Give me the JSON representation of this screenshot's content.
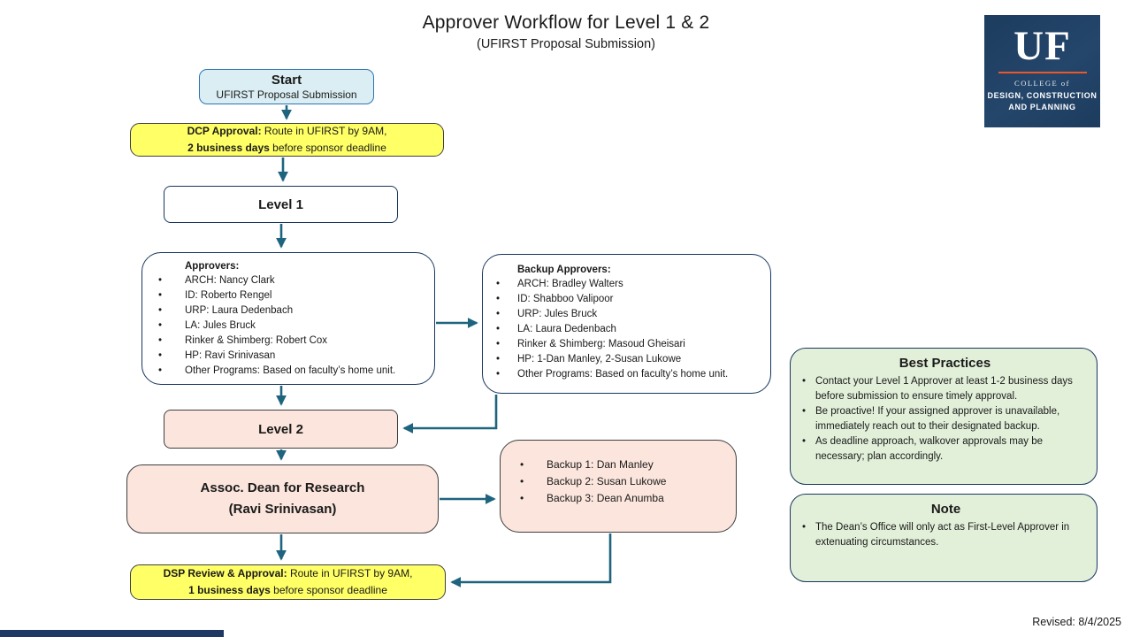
{
  "header": {
    "title": "Approver Workflow for Level 1 & 2",
    "subtitle": "(UFIRST Proposal Submission)"
  },
  "logo": {
    "uf": "UF",
    "college_of": "COLLEGE of",
    "line2": "DESIGN, CONSTRUCTION",
    "line3": "AND PLANNING"
  },
  "start": {
    "title": "Start",
    "subtitle": "UFIRST Proposal Submission"
  },
  "dcp": {
    "bold1": "DCP Approval:",
    "text1": " Route in UFIRST by 9AM,",
    "bold2": "2 business days",
    "text2": " before sponsor deadline"
  },
  "level1": {
    "label": "Level 1"
  },
  "approvers": {
    "heading": "Approvers:",
    "items": [
      "ARCH: Nancy Clark",
      "ID: Roberto Rengel",
      "URP: Laura Dedenbach",
      "LA: Jules Bruck",
      "Rinker & Shimberg: Robert Cox",
      "HP: Ravi Srinivasan",
      "Other Programs: Based on faculty’s home unit."
    ]
  },
  "backup_approvers": {
    "heading": "Backup Approvers:",
    "items": [
      "ARCH: Bradley Walters",
      "ID: Shabboo Valipoor",
      "URP: Jules Bruck",
      "LA: Laura Dedenbach",
      "Rinker & Shimberg: Masoud Gheisari",
      "HP: 1-Dan Manley, 2-Susan Lukowe",
      "Other Programs: Based on faculty’s home unit."
    ]
  },
  "level2": {
    "label": "Level 2"
  },
  "assoc_dean": {
    "line1": "Assoc. Dean for Research",
    "line2": "(Ravi Srinivasan)"
  },
  "dean_backups": {
    "items": [
      "Backup 1: Dan Manley",
      "Backup 2: Susan Lukowe",
      "Backup 3: Dean Anumba"
    ]
  },
  "dsp": {
    "bold1": "DSP Review & Approval:",
    "text1": " Route in UFIRST by 9AM,",
    "bold2": "1 business days",
    "text2": " before sponsor deadline"
  },
  "best_practices": {
    "title": "Best Practices",
    "items": [
      "Contact your Level 1 Approver at least 1-2 business days before submission to ensure timely approval.",
      "Be proactive! If your assigned approver is unavailable, immediately reach out to their designated backup.",
      "As deadline approach, walkover approvals may be necessary; plan accordingly."
    ]
  },
  "note": {
    "title": "Note",
    "items": [
      "The Dean’s Office will only act as First-Level Approver in extenuating circumstances."
    ]
  },
  "footer": {
    "revised": "Revised: 8/4/2025"
  },
  "colors": {
    "connector": "#1e647f",
    "start_fill": "#daeef3",
    "start_border": "#2e75b6",
    "yellow_fill": "#ffff66",
    "yellow_border": "#3f3f3f",
    "outline_navy": "#17365d",
    "peach_fill": "#fbe5dc",
    "peach_border": "#3f3f3f",
    "green_fill": "#e2f0d9",
    "logo_navy": "#1d3c5e",
    "logo_orange": "#e8582a",
    "footer_navy": "#203864"
  }
}
